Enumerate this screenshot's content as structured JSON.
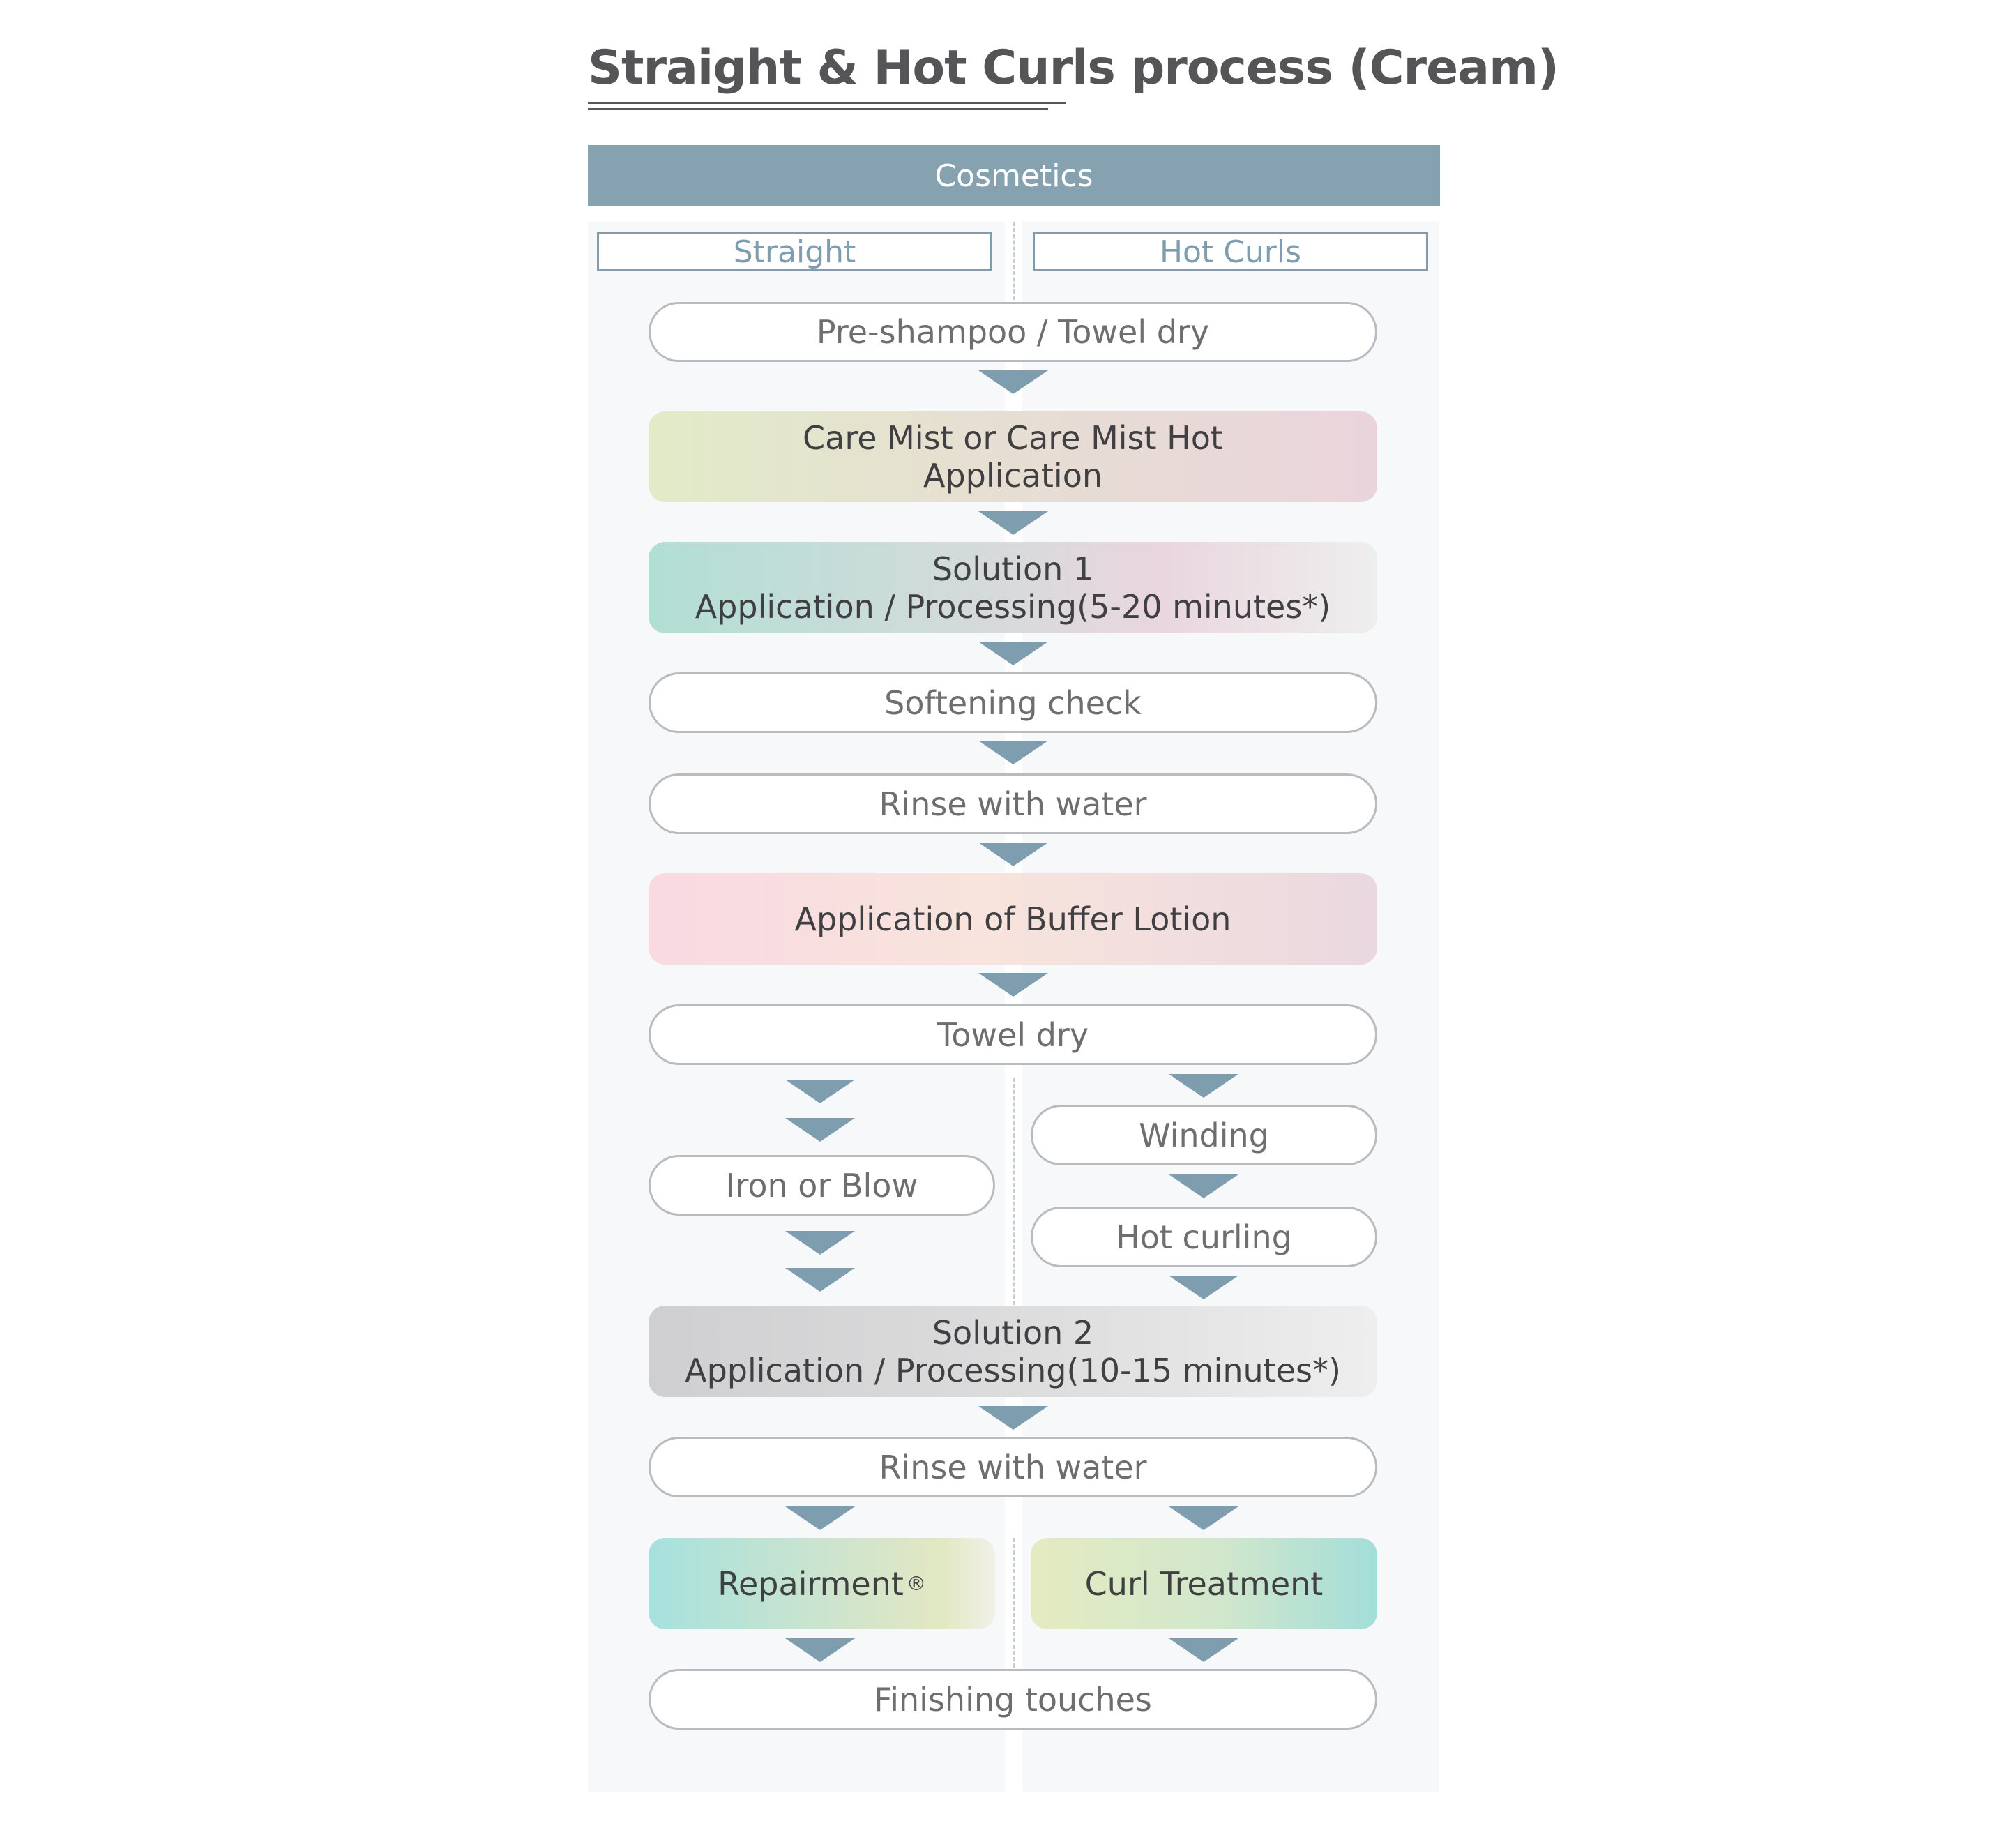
{
  "title": "Straight & Hot Curls process (Cream)",
  "header": "Cosmetics",
  "columns": {
    "left": "Straight",
    "right": "Hot Curls"
  },
  "steps": {
    "pre_shampoo": "Pre-shampoo / Towel dry",
    "care_mist_line1": "Care Mist or Care Mist Hot",
    "care_mist_line2": "Application",
    "solution1_line1": "Solution 1",
    "solution1_line2": "Application / Processing(5-20 minutes*)",
    "softening_check": "Softening check",
    "rinse_1": "Rinse with water",
    "buffer_lotion": "Application of Buffer Lotion",
    "towel_dry": "Towel dry",
    "iron_or_blow": "Iron or Blow",
    "winding": "Winding",
    "hot_curling": "Hot curling",
    "solution2_line1": "Solution 2",
    "solution2_line2": "Application / Processing(10-15 minutes*)",
    "rinse_2": "Rinse with water",
    "repairment": "Repairment",
    "repairment_mark": "®",
    "curl_treatment": "Curl Treatment",
    "finishing": "Finishing touches"
  },
  "colors": {
    "accent": "#86a2b1",
    "arrow": "#7e9eb0",
    "title": "#555557"
  }
}
